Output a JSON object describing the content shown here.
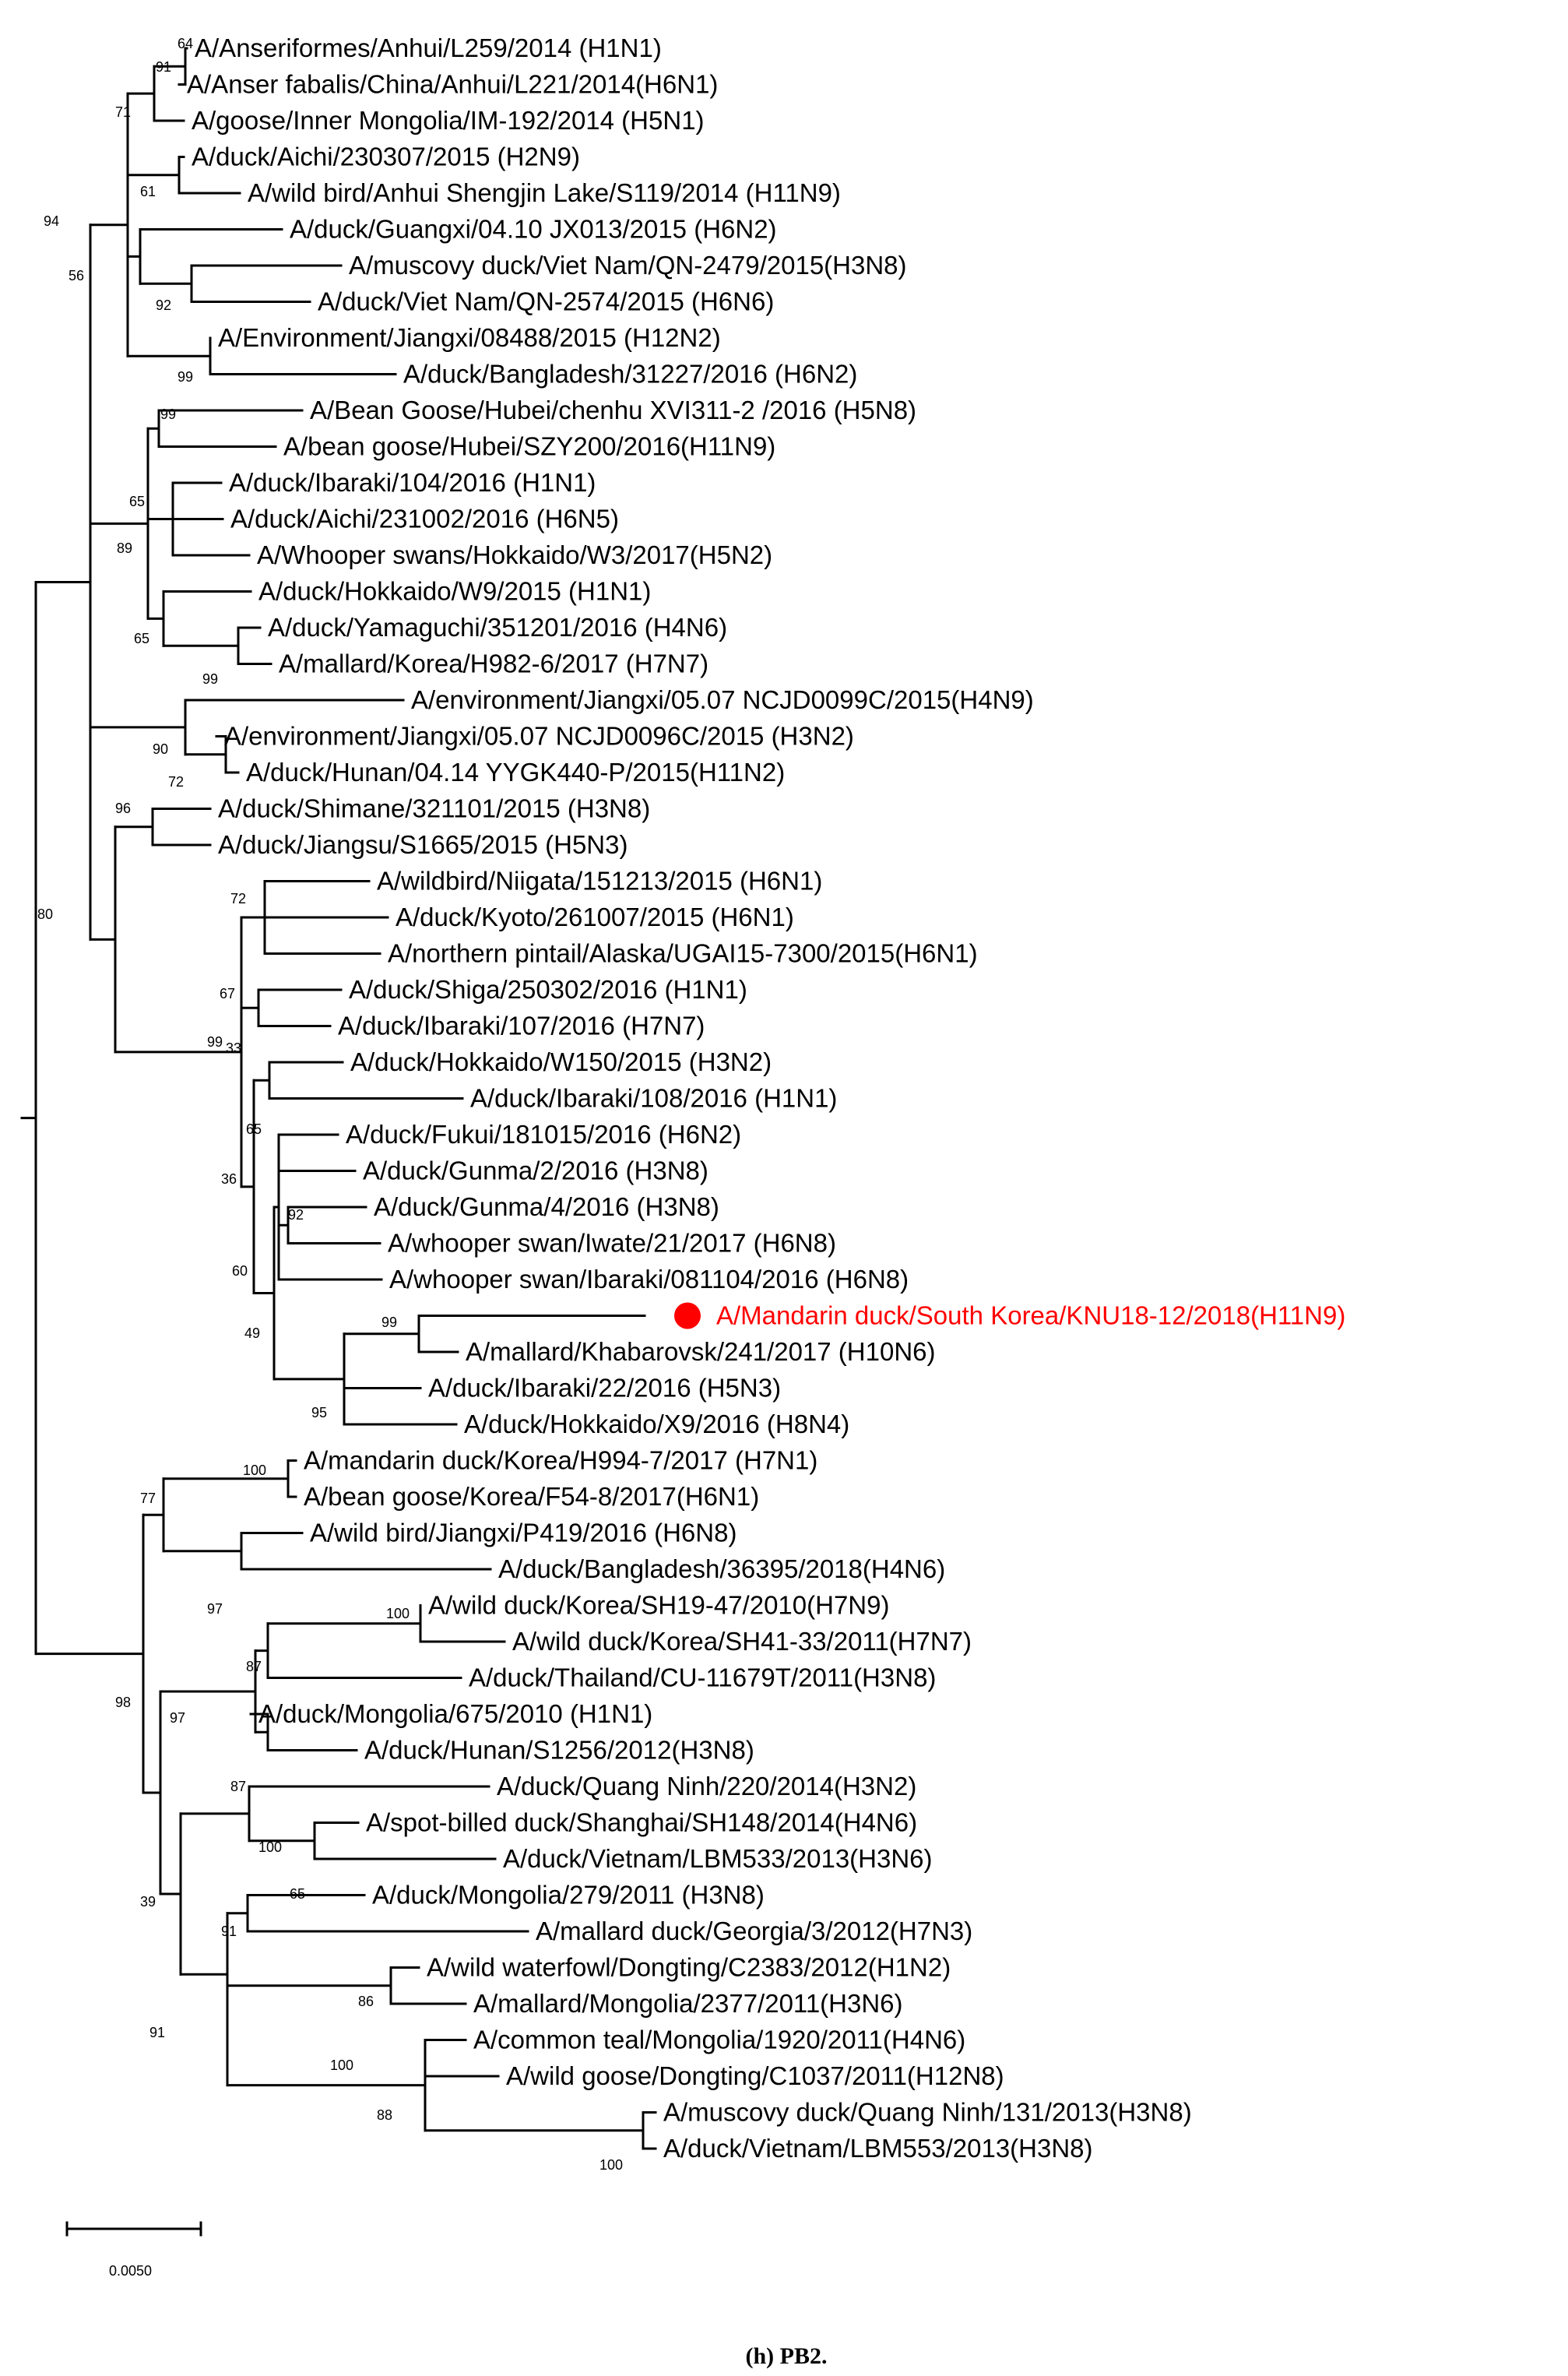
{
  "figure": {
    "caption": "(h) PB2.",
    "scale_bar_label": "0.0050",
    "highlight_color": "#ff0000",
    "highlight_marker": "red-dot"
  },
  "leaves": [
    {
      "id": "L1",
      "label": "A/Anseriformes/Anhui/L259/2014 (H1N1)"
    },
    {
      "id": "L2",
      "label": "A/Anser fabalis/China/Anhui/L221/2014(H6N1)"
    },
    {
      "id": "L3",
      "label": "A/goose/Inner Mongolia/IM-192/2014 (H5N1)"
    },
    {
      "id": "L4",
      "label": "A/duck/Aichi/230307/2015 (H2N9)"
    },
    {
      "id": "L5",
      "label": "A/wild bird/Anhui Shengjin Lake/S119/2014 (H11N9)"
    },
    {
      "id": "L6",
      "label": "A/duck/Guangxi/04.10 JX013/2015 (H6N2)"
    },
    {
      "id": "L7",
      "label": "A/muscovy duck/Viet Nam/QN-2479/2015(H3N8)"
    },
    {
      "id": "L8",
      "label": "A/duck/Viet Nam/QN-2574/2015 (H6N6)"
    },
    {
      "id": "L9",
      "label": "A/Environment/Jiangxi/08488/2015 (H12N2)"
    },
    {
      "id": "L10",
      "label": "A/duck/Bangladesh/31227/2016 (H6N2)"
    },
    {
      "id": "L11",
      "label": "A/Bean Goose/Hubei/chenhu XVI311-2 /2016 (H5N8)"
    },
    {
      "id": "L12",
      "label": "A/bean goose/Hubei/SZY200/2016(H11N9)"
    },
    {
      "id": "L13",
      "label": "A/duck/Ibaraki/104/2016 (H1N1)"
    },
    {
      "id": "L14",
      "label": "A/duck/Aichi/231002/2016 (H6N5)"
    },
    {
      "id": "L15",
      "label": "A/Whooper swans/Hokkaido/W3/2017(H5N2)"
    },
    {
      "id": "L16",
      "label": "A/duck/Hokkaido/W9/2015 (H1N1)"
    },
    {
      "id": "L17",
      "label": "A/duck/Yamaguchi/351201/2016 (H4N6)"
    },
    {
      "id": "L18",
      "label": "A/mallard/Korea/H982-6/2017 (H7N7)"
    },
    {
      "id": "L19",
      "label": "A/environment/Jiangxi/05.07 NCJD0099C/2015(H4N9)"
    },
    {
      "id": "L20",
      "label": "A/environment/Jiangxi/05.07 NCJD0096C/2015 (H3N2)"
    },
    {
      "id": "L21",
      "label": "A/duck/Hunan/04.14 YYGK440-P/2015(H11N2)"
    },
    {
      "id": "L22",
      "label": "A/duck/Shimane/321101/2015 (H3N8)"
    },
    {
      "id": "L23",
      "label": "A/duck/Jiangsu/S1665/2015 (H5N3)"
    },
    {
      "id": "L24",
      "label": "A/wildbird/Niigata/151213/2015 (H6N1)"
    },
    {
      "id": "L25",
      "label": "A/duck/Kyoto/261007/2015 (H6N1)"
    },
    {
      "id": "L26",
      "label": "A/northern pintail/Alaska/UGAI15-7300/2015(H6N1)"
    },
    {
      "id": "L27",
      "label": "A/duck/Shiga/250302/2016 (H1N1)"
    },
    {
      "id": "L28",
      "label": "A/duck/Ibaraki/107/2016 (H7N7)"
    },
    {
      "id": "L29",
      "label": "A/duck/Hokkaido/W150/2015 (H3N2)"
    },
    {
      "id": "L30",
      "label": "A/duck/Ibaraki/108/2016 (H1N1)"
    },
    {
      "id": "L31",
      "label": "A/duck/Fukui/181015/2016 (H6N2)"
    },
    {
      "id": "L32",
      "label": "A/duck/Gunma/2/2016 (H3N8)"
    },
    {
      "id": "L33",
      "label": "A/duck/Gunma/4/2016 (H3N8)"
    },
    {
      "id": "L34",
      "label": "A/whooper swan/Iwate/21/2017 (H6N8)"
    },
    {
      "id": "L35",
      "label": "A/whooper swan/Ibaraki/081104/2016 (H6N8)"
    },
    {
      "id": "L36",
      "label": "A/Mandarin duck/South Korea/KNU18-12/2018(H11N9)",
      "highlight": true
    },
    {
      "id": "L37",
      "label": "A/mallard/Khabarovsk/241/2017 (H10N6)"
    },
    {
      "id": "L38",
      "label": "A/duck/Ibaraki/22/2016 (H5N3)"
    },
    {
      "id": "L39",
      "label": "A/duck/Hokkaido/X9/2016 (H8N4)"
    },
    {
      "id": "L40",
      "label": "A/mandarin duck/Korea/H994-7/2017 (H7N1)"
    },
    {
      "id": "L41",
      "label": "A/bean goose/Korea/F54-8/2017(H6N1)"
    },
    {
      "id": "L42",
      "label": "A/wild bird/Jiangxi/P419/2016 (H6N8)"
    },
    {
      "id": "L43",
      "label": "A/duck/Bangladesh/36395/2018(H4N6)"
    },
    {
      "id": "L44",
      "label": "A/wild duck/Korea/SH19-47/2010(H7N9)"
    },
    {
      "id": "L45",
      "label": "A/wild duck/Korea/SH41-33/2011(H7N7)"
    },
    {
      "id": "L46",
      "label": "A/duck/Thailand/CU-11679T/2011(H3N8)"
    },
    {
      "id": "L47",
      "label": "A/duck/Mongolia/675/2010 (H1N1)"
    },
    {
      "id": "L48",
      "label": "A/duck/Hunan/S1256/2012(H3N8)"
    },
    {
      "id": "L49",
      "label": "A/duck/Quang Ninh/220/2014(H3N2)"
    },
    {
      "id": "L50",
      "label": "A/spot-billed duck/Shanghai/SH148/2014(H4N6)"
    },
    {
      "id": "L51",
      "label": "A/duck/Vietnam/LBM533/2013(H3N6)"
    },
    {
      "id": "L52",
      "label": "A/duck/Mongolia/279/2011 (H3N8)"
    },
    {
      "id": "L53",
      "label": "A/mallard duck/Georgia/3/2012(H7N3)"
    },
    {
      "id": "L54",
      "label": "A/wild waterfowl/Dongting/C2383/2012(H1N2)"
    },
    {
      "id": "L55",
      "label": "A/mallard/Mongolia/2377/2011(H3N6)"
    },
    {
      "id": "L56",
      "label": "A/common teal/Mongolia/1920/2011(H4N6)"
    },
    {
      "id": "L57",
      "label": "A/wild goose/Dongting/C1037/2011(H12N8)"
    },
    {
      "id": "L58",
      "label": "A/muscovy duck/Quang Ninh/131/2013(H3N8)"
    },
    {
      "id": "L59",
      "label": "A/duck/Vietnam/LBM553/2013(H3N8)"
    }
  ],
  "bootstrap_values": [
    "64",
    "91",
    "71",
    "61",
    "94",
    "56",
    "92",
    "99",
    "99",
    "65",
    "89",
    "65",
    "99",
    "90",
    "72",
    "96",
    "80",
    "72",
    "67",
    "99",
    "33",
    "65",
    "36",
    "92",
    "60",
    "99",
    "49",
    "95",
    "100",
    "77",
    "97",
    "98",
    "100",
    "87",
    "97",
    "87",
    "100",
    "65",
    "39",
    "91",
    "86",
    "91",
    "100",
    "88",
    "100"
  ]
}
